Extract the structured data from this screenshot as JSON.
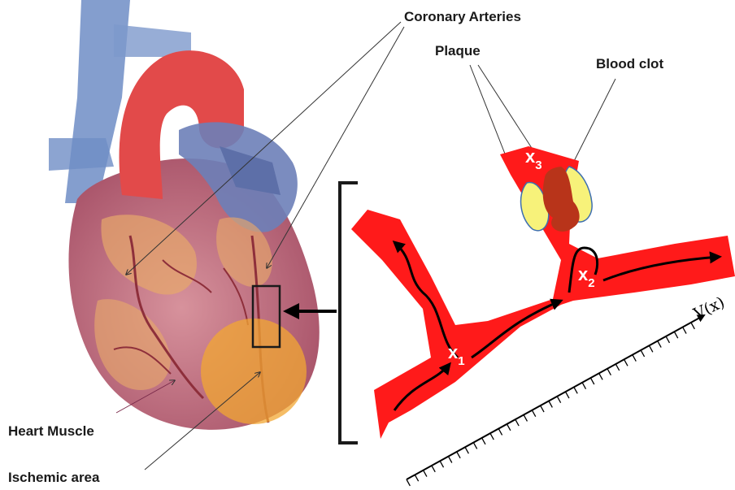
{
  "labels": {
    "coronary_arteries": "Coronary Arteries",
    "plaque": "Plaque",
    "blood_clot": "Blood clot",
    "heart_muscle": "Heart Muscle",
    "ischemic_area": "Ischemic area"
  },
  "points": [
    {
      "name": "x",
      "sub": "1"
    },
    {
      "name": "x",
      "sub": "2"
    },
    {
      "name": "x",
      "sub": "3"
    }
  ],
  "axis_label": "V(x)",
  "colors": {
    "artery_red": "#ff1a1a",
    "plaque_yellow": "#f7f27a",
    "clot_brown": "#b8341a",
    "ischemic_orange": "#f2a733",
    "heart_pink": "#c97a8a",
    "aorta_red": "#e14b4b",
    "vein_blue": "#5b7bb5"
  }
}
